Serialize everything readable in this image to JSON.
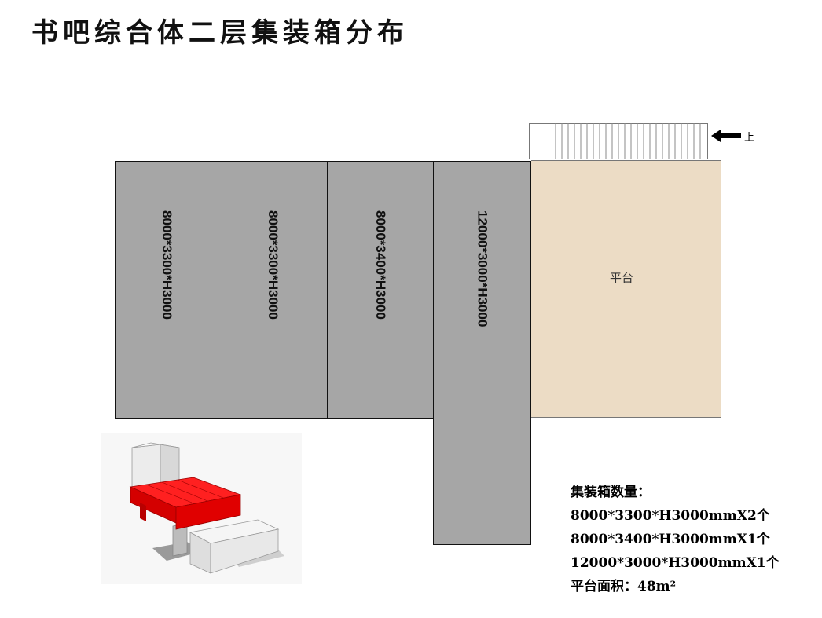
{
  "title": "书吧综合体二层集装箱分布",
  "containers": [
    {
      "label": "8000*3300*H3000"
    },
    {
      "label": "8000*3300*H3000"
    },
    {
      "label": "8000*3400*H3000"
    },
    {
      "label": "12000*3000*H3000"
    }
  ],
  "platform": {
    "label": "平台"
  },
  "stairs": {
    "up_label": "上"
  },
  "info": {
    "heading": "集装箱数量：",
    "lines": [
      "8000*3300*H3000mmX2个",
      "8000*3400*H3000mmX1个",
      "12000*3000*H3000mmX1个",
      "平台面积：48m²"
    ]
  },
  "colors": {
    "container": "#a6a6a6",
    "platform": "#ecdcc5",
    "highlight": "#e00000"
  }
}
